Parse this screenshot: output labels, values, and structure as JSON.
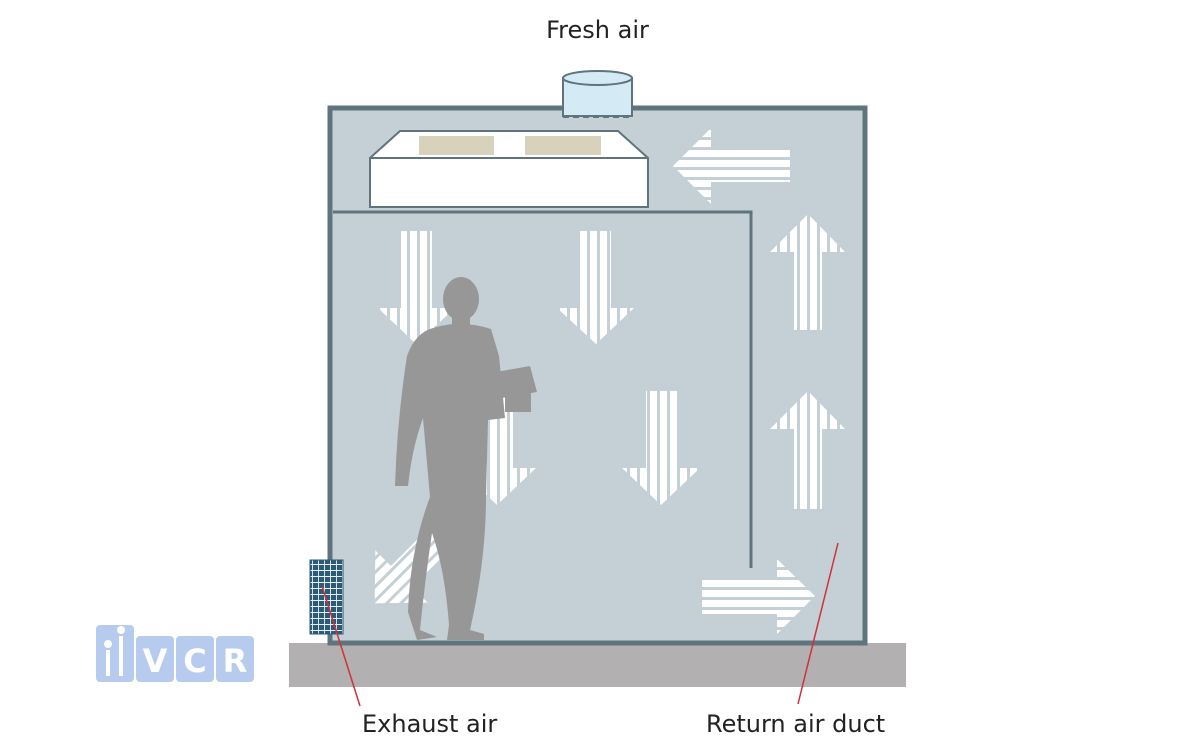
{
  "labels": {
    "fresh_air": "Fresh air",
    "exhaust_air": "Exhaust air",
    "return_air_duct": "Return air duct"
  },
  "logo": {
    "text": "VCR"
  },
  "colors": {
    "wall": "#5f747c",
    "interior": "#c5cfd6",
    "arrow": "#ffffff",
    "floor": "#b2b0b0",
    "filter_panel": "#d8d1bb",
    "intake": "#d4ebf6",
    "exhaust_grille": "#2c5b78",
    "callout_line": "#d0303a",
    "person": "#979797",
    "logo": "#b6cbee"
  },
  "icons": {
    "person": "person-silhouette-icon",
    "grille": "exhaust-grille-icon",
    "intake": "fresh-air-intake-icon"
  }
}
